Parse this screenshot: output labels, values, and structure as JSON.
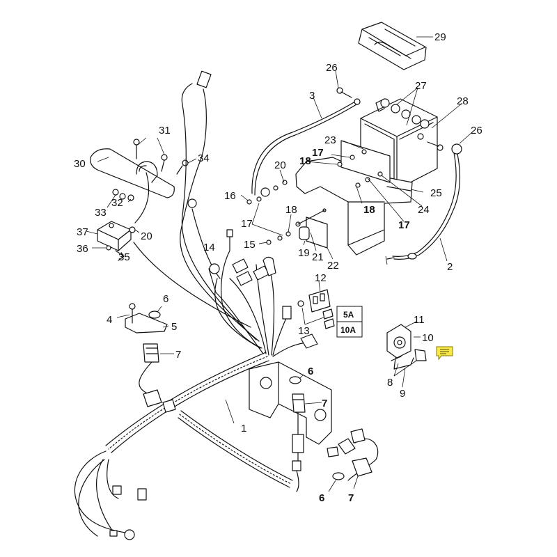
{
  "callouts": [
    "1",
    "2",
    "3",
    "4",
    "5",
    "6",
    "7",
    "8",
    "9",
    "10",
    "11",
    "12",
    "13",
    "14",
    "15",
    "16",
    "17",
    "18",
    "19",
    "20",
    "21",
    "22",
    "23",
    "24",
    "25",
    "26",
    "27",
    "28",
    "29",
    "30",
    "31",
    "32",
    "33",
    "34",
    "35",
    "36",
    "37"
  ],
  "fuse_labels": [
    "5A",
    "10A"
  ],
  "colors": {
    "line": "#111111",
    "comment_fill": "#f7e94a",
    "comment_stroke": "#8a7a00"
  },
  "comment_icon": "speech-bubble-icon"
}
